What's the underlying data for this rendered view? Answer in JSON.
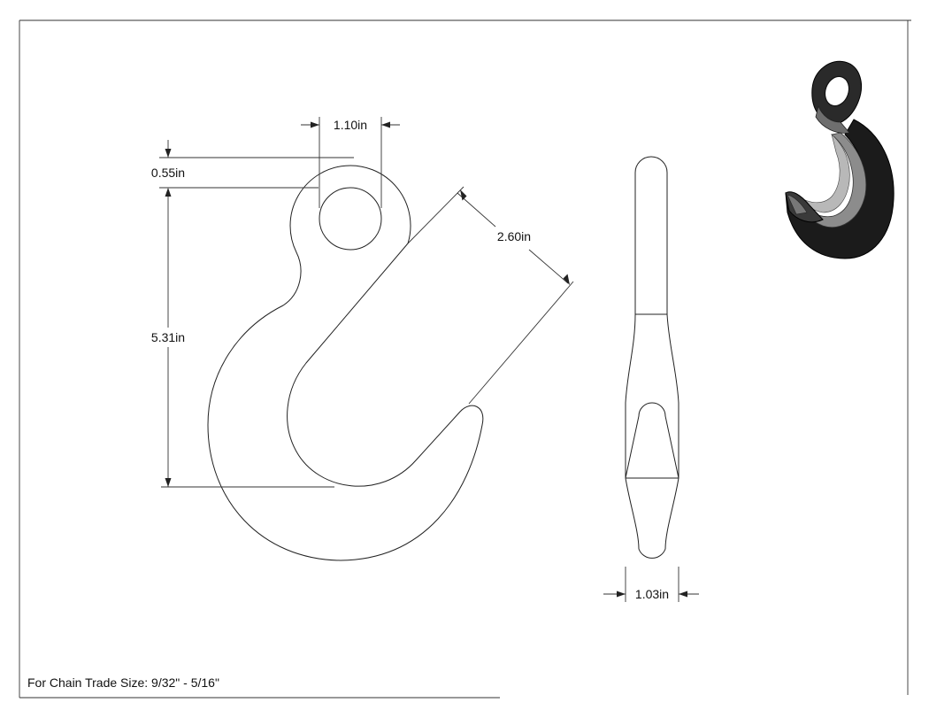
{
  "drawing": {
    "dimensions": {
      "eye_inner_width": "1.10in",
      "eye_offset": "0.55in",
      "overall_height": "5.31in",
      "throat_opening": "2.60in",
      "thickness": "1.03in"
    },
    "note": "For Chain Trade Size: 9/32\" - 5/16\""
  }
}
